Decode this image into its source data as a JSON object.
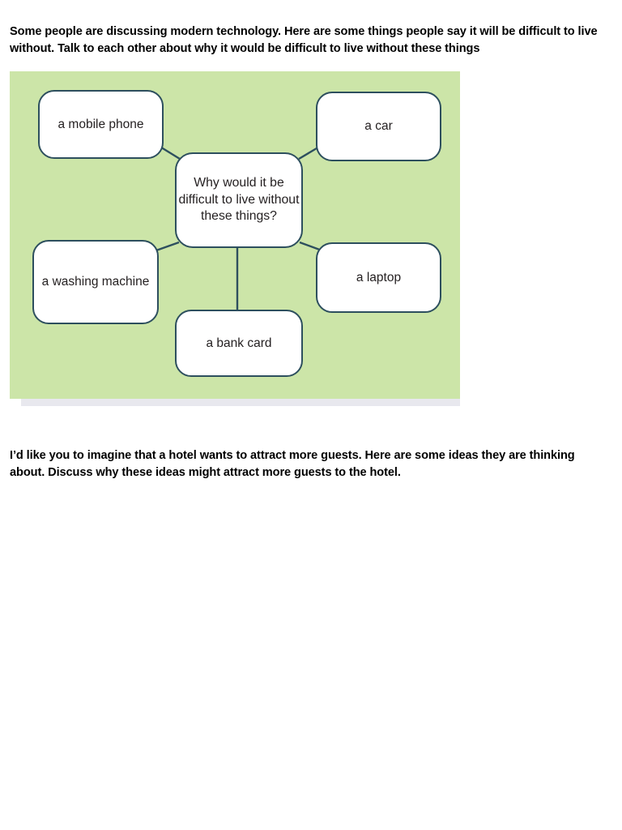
{
  "instructions": {
    "top": "Some people are discussing modern technology. Here are some things people say it will be difficult to live without. Talk to each other about why it would be difficult to live without these things",
    "bottom": "I’d like you to imagine that a hotel wants to attract more guests. Here are some ideas they are thinking about. Discuss why these ideas might attract more guests to the hotel."
  },
  "diagram": {
    "type": "mind-map",
    "panel_background": "#cce5a8",
    "node_border_color": "#2d4f5e",
    "node_fill_color": "#ffffff",
    "center": {
      "label": "Why would it be difficult to live without these things?",
      "lines": [
        "Why would it",
        "be difficult to",
        "live without",
        "these things?"
      ]
    },
    "branches": [
      {
        "id": "mobile-phone",
        "label": "a mobile phone",
        "lines": [
          "a mobile",
          "phone"
        ],
        "position": "top-left"
      },
      {
        "id": "car",
        "label": "a car",
        "lines": [
          "a car"
        ],
        "position": "top-right"
      },
      {
        "id": "washing-machine",
        "label": "a washing machine",
        "lines": [
          "a washing",
          "machine"
        ],
        "position": "bottom-left"
      },
      {
        "id": "laptop",
        "label": "a laptop",
        "lines": [
          "a laptop"
        ],
        "position": "bottom-right"
      },
      {
        "id": "bank-card",
        "label": "a bank card",
        "lines": [
          "a bank card"
        ],
        "position": "bottom-center"
      }
    ]
  }
}
